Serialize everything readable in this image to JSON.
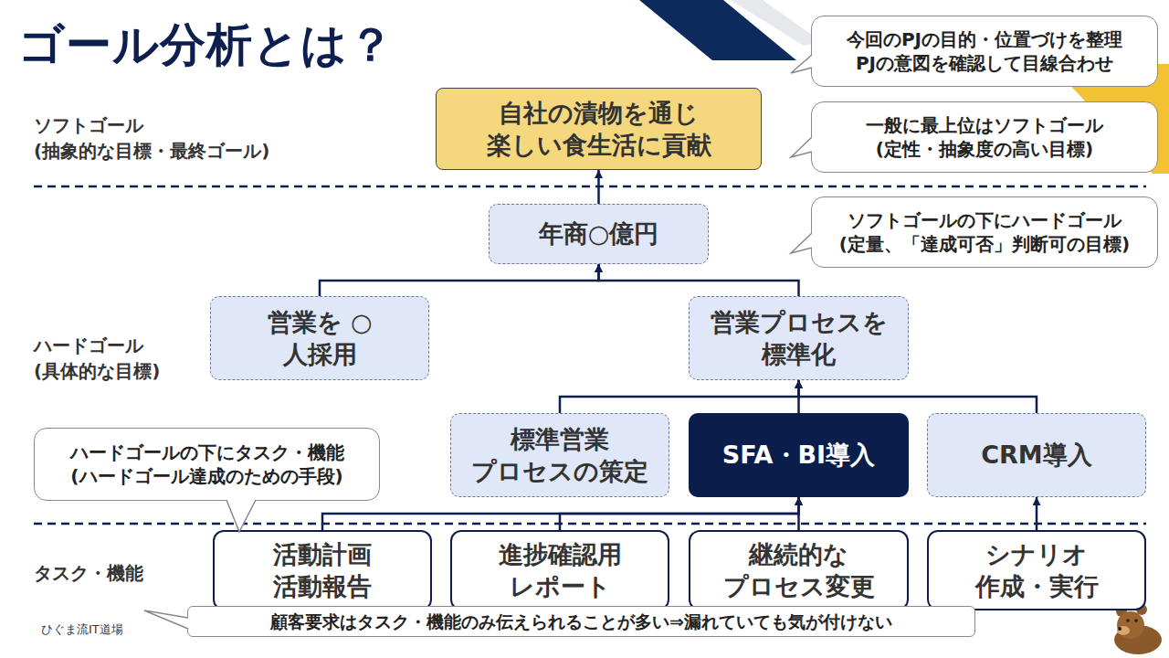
{
  "diagram": {
    "title": "ゴール分析とは？",
    "nodes": [
      {
        "text": [
          "自社の漬物を通じ 楽しい食生活に貢献"
        ]
      },
      {
        "text": [
          "年商○億円"
        ]
      },
      {
        "text": [
          "営業を ○人採用"
        ]
      },
      {
        "text": [
          "営業プロセスを 標準化"
        ]
      },
      {
        "text": [
          "標準営業 プロセスの策定"
        ]
      },
      {
        "text": [
          "SFA・BI導入"
        ]
      },
      {
        "text": [
          "CRM導入"
        ]
      },
      {
        "text": [
          "活動計画 活動報告"
        ]
      },
      {
        "text": [
          "進捗確認用 レポート"
        ]
      },
      {
        "text": [
          "継続的な プロセス変更"
        ]
      },
      {
        "text": [
          "シナリオ 作成・実行"
        ]
      },
      {
        "text": [
          "今回のPJの目的・位置づけを整理 PJの意図を確認して目線合わせ"
        ]
      },
      {
        "text": [
          "一般に最上位はソフトゴール (定性・抽象度の高い目標)"
        ]
      },
      {
        "text": [
          "ソフトゴールの下にハードゴール (定量、「達成可否」判断可の目標)"
        ]
      },
      {
        "text": [
          "ハードゴールの下にタスク・機能 (ハードゴール達成のための手段)"
        ]
      },
      {
        "text": [
          "顧客要求はタスク・機能のみ伝えられることが多い⇒漏れていても気が付けない"
        ]
      }
    ],
    "edges": [
      {
        "from": 1,
        "to": 0,
        "arrow": "to"
      },
      {
        "from": 2,
        "to": 1,
        "arrow": "to"
      },
      {
        "from": 3,
        "to": 1,
        "arrow": "to"
      },
      {
        "from": 4,
        "to": 3,
        "arrow": "to"
      },
      {
        "from": 5,
        "to": 3,
        "arrow": "to"
      },
      {
        "from": 6,
        "to": 3,
        "arrow": "to"
      },
      {
        "from": 7,
        "to": 5,
        "arrow": "to"
      },
      {
        "from": 8,
        "to": 5,
        "arrow": "to"
      },
      {
        "from": 9,
        "to": 5,
        "arrow": "to"
      },
      {
        "from": 10,
        "to": 6,
        "arrow": "to"
      }
    ],
    "labels": [
      "ソフトゴール",
      "(抽象的な目標・最終ゴール)",
      "ハードゴール",
      "(具体的な目標)",
      "タスク・機能",
      "ひぐま流IT道場"
    ]
  }
}
